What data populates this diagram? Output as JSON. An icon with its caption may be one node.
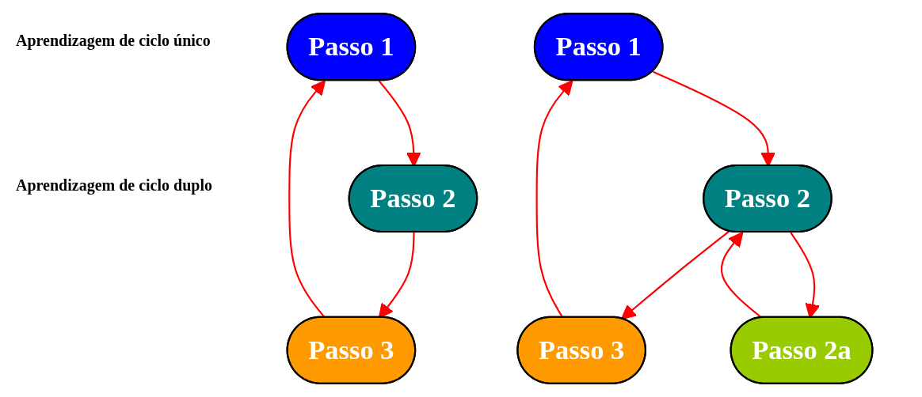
{
  "diagram": {
    "nodes": [
      {
        "text": [
          "Passo 1"
        ]
      },
      {
        "text": [
          "Passo 2"
        ]
      },
      {
        "text": [
          "Passo 3"
        ]
      },
      {
        "text": [
          "Passo 1"
        ]
      },
      {
        "text": [
          "Passo 2"
        ]
      },
      {
        "text": [
          "Passo 3"
        ]
      },
      {
        "text": [
          "Passo 2a"
        ]
      }
    ],
    "edges": [
      {
        "from": 0,
        "to": 1,
        "arrow": "to",
        "color": "#ff0000"
      },
      {
        "from": 1,
        "to": 2,
        "arrow": "to",
        "color": "#ff0000"
      },
      {
        "from": 2,
        "to": 0,
        "arrow": "to",
        "color": "#ff0000"
      },
      {
        "from": 3,
        "to": 4,
        "arrow": "to",
        "color": "#ff0000"
      },
      {
        "from": 4,
        "to": 5,
        "arrow": "to",
        "color": "#ff0000"
      },
      {
        "from": 5,
        "to": 3,
        "arrow": "to",
        "color": "#ff0000"
      },
      {
        "from": 4,
        "to": 6,
        "arrow": "to",
        "color": "#ff0000"
      },
      {
        "from": 6,
        "to": 4,
        "arrow": "to",
        "color": "#ff0000"
      }
    ],
    "labels": [
      "Aprendizagem de ciclo único",
      "Aprendizagem de ciclo duplo"
    ]
  }
}
